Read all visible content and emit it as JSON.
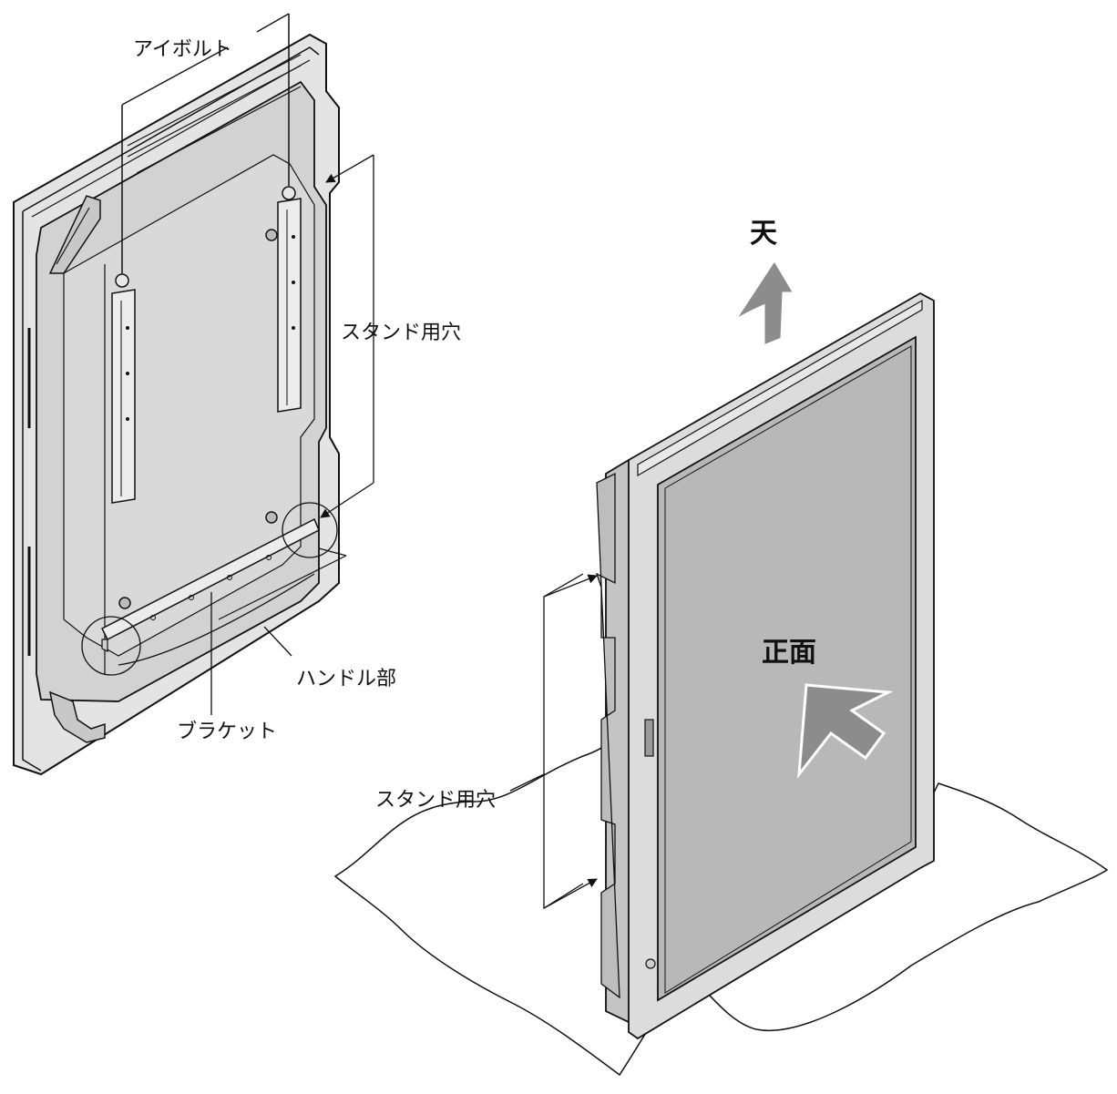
{
  "labels": {
    "eye_bolt": "アイボルト",
    "stand_hole_back": "スタンド用穴",
    "handle": "ハンドル部",
    "bracket": "ブラケット",
    "stand_hole_side": "スタンド用穴",
    "top": "天",
    "front": "正面"
  },
  "colors": {
    "panel_back": "#d2d2d2",
    "panel_face": "#b8b8b8",
    "frame": "#dcdcdc",
    "arrow": "#8c8c8c",
    "line": "#111111"
  }
}
